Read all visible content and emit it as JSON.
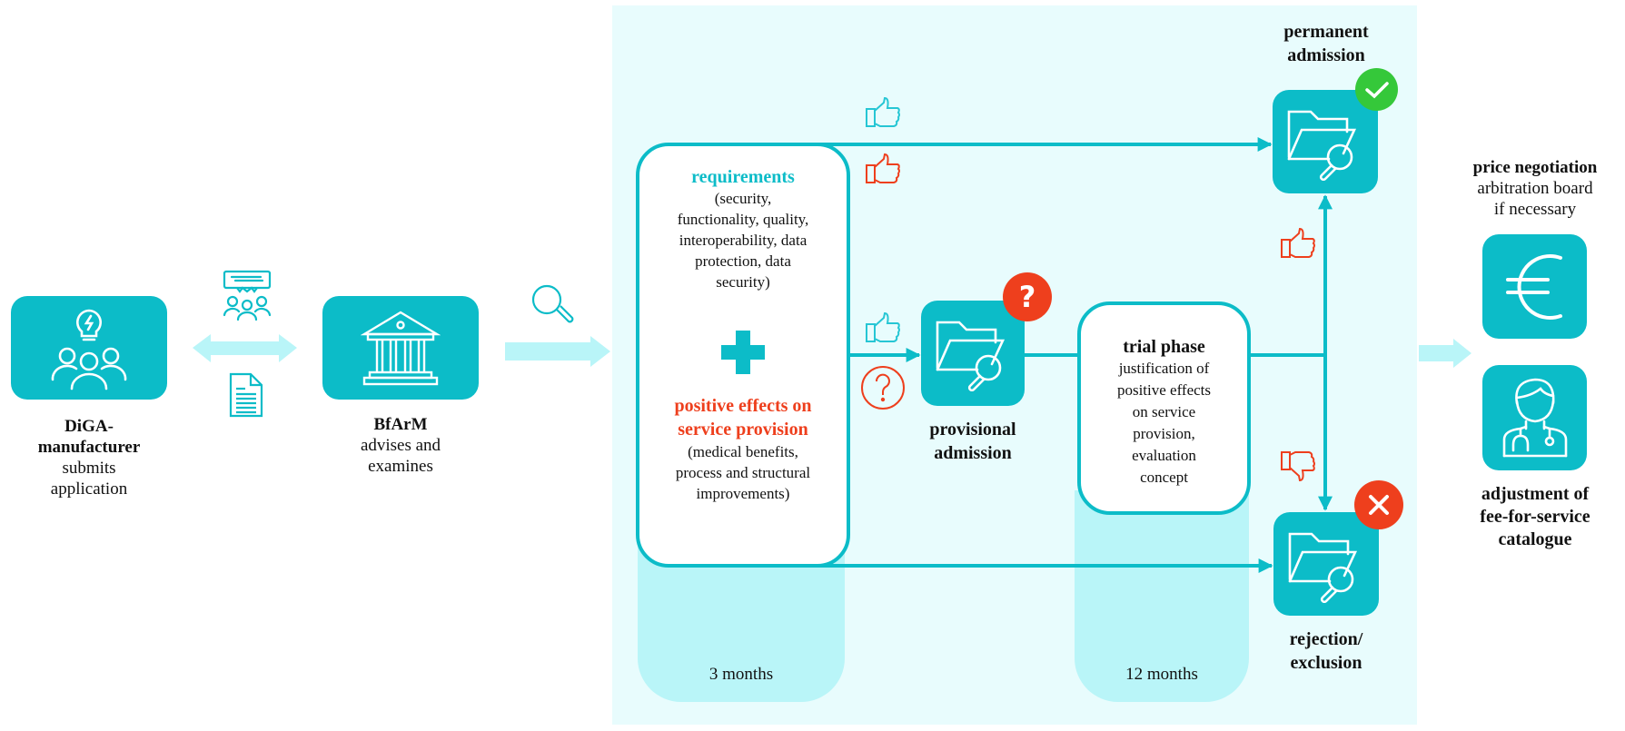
{
  "colors": {
    "teal": "#0cbcc8",
    "light_arrow": "#b9f5f8",
    "panel_bg": "#e8fcfd",
    "band_bg": "#b9f5f8",
    "orange": "#ee3f1d",
    "green": "#35c83a"
  },
  "manufacturer": {
    "title": "DiGA-manufacturer",
    "title_line1": "DiGA-",
    "title_line2": "manufacturer",
    "desc_line1": "submits",
    "desc_line2": "application",
    "icon": "idea-team-icon"
  },
  "exchange": {
    "top_icon": "meeting-icon",
    "bottom_icon": "document-icon",
    "arrow": "double-arrow"
  },
  "bfarm": {
    "title": "BfArM",
    "desc_line1": "advises and",
    "desc_line2": "examines",
    "icon": "institution-icon"
  },
  "examine": {
    "icon": "search-icon"
  },
  "requirements_box": {
    "title": "requirements",
    "desc_lines": [
      "(security,",
      "functionality, quality,",
      "interoperability, data",
      "protection, data",
      "security)"
    ],
    "plus_icon": "plus-icon",
    "effects_title_line1": "positive effects on",
    "effects_title_line2": "service provision",
    "effects_desc_lines": [
      "(medical benefits,",
      "process and structural",
      "improvements)"
    ],
    "duration": "3 months"
  },
  "provisional": {
    "title_line1": "provisional",
    "title_line2": "admission",
    "badge": "?",
    "icon": "folder-search-icon"
  },
  "trial_phase": {
    "title": "trial phase",
    "desc_lines": [
      "justification of",
      "positive effects",
      "on service",
      "provision,",
      "evaluation",
      "concept"
    ],
    "duration": "12 months"
  },
  "permanent": {
    "title_line1": "permanent",
    "title_line2": "admission",
    "badge": "check",
    "icon": "folder-search-icon"
  },
  "rejection": {
    "title_line1": "rejection/",
    "title_line2": "exclusion",
    "badge": "x",
    "icon": "folder-search-icon"
  },
  "price": {
    "title": "price negotiation",
    "desc_line1": "arbitration board",
    "desc_line2": "if necessary",
    "icon": "euro-icon"
  },
  "catalogue": {
    "title_line1": "adjustment of",
    "title_line2": "fee-for-service",
    "title_line3": "catalogue",
    "icon": "doctor-icon"
  }
}
